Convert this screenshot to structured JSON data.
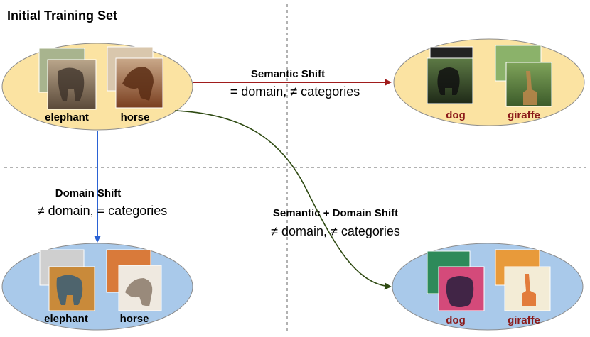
{
  "title": "Initial Training Set",
  "clusters": {
    "top_left": {
      "labels": [
        "elephant",
        "horse"
      ]
    },
    "top_right": {
      "labels": [
        "dog",
        "giraffe"
      ]
    },
    "bottom_left": {
      "labels": [
        "elephant",
        "horse"
      ]
    },
    "bottom_right": {
      "labels": [
        "dog",
        "giraffe"
      ]
    }
  },
  "shifts": {
    "semantic": {
      "name": "Semantic Shift",
      "desc": "= domain, ≠ categories"
    },
    "domain": {
      "name": "Domain Shift",
      "desc": "≠ domain, = categories"
    },
    "both": {
      "name": "Semantic + Domain Shift",
      "desc": "≠ domain, ≠ categories"
    }
  },
  "colors": {
    "photo_ellipse": "#fbe3a2",
    "art_ellipse": "#a9c9ea",
    "ellipse_stroke": "#8c8c8c",
    "known_label": "#000000",
    "novel_label": "#8b1a1a",
    "semantic_arrow": "#a01c1c",
    "domain_arrow": "#2a62d4",
    "both_arrow": "#2e4a12"
  }
}
